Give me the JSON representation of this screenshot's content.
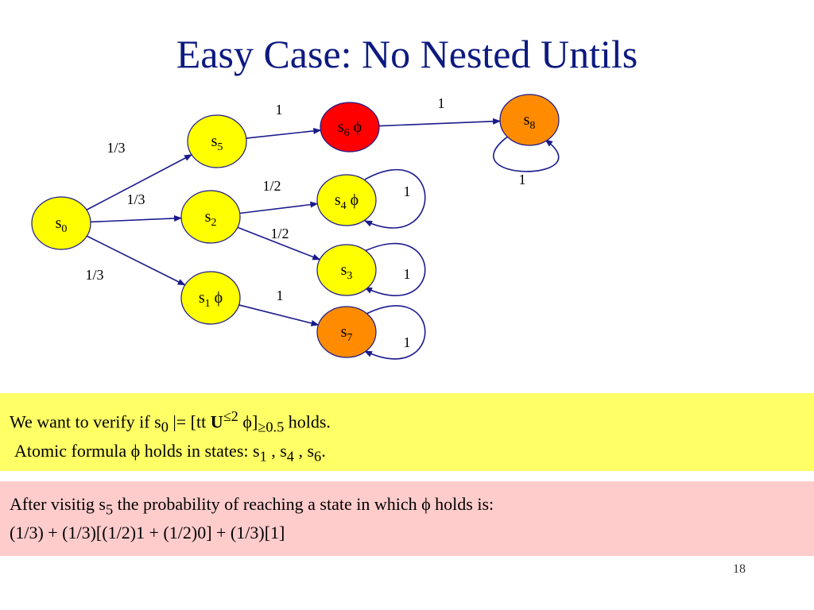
{
  "title": "Easy Case: No Nested Untils",
  "nodes": [
    {
      "id": "s0",
      "base": "s",
      "sub": "0",
      "phi": "",
      "fill": "#ffff00"
    },
    {
      "id": "s5",
      "base": "s",
      "sub": "5",
      "phi": "",
      "fill": "#ffff00"
    },
    {
      "id": "s2",
      "base": "s",
      "sub": "2",
      "phi": "",
      "fill": "#ffff00"
    },
    {
      "id": "s1",
      "base": "s",
      "sub": "1",
      "phi": "ϕ",
      "fill": "#ffff00"
    },
    {
      "id": "s6",
      "base": "s",
      "sub": "6",
      "phi": "ϕ",
      "fill": "#ff0000"
    },
    {
      "id": "s4",
      "base": "s",
      "sub": "4",
      "phi": "ϕ",
      "fill": "#ffff00"
    },
    {
      "id": "s3",
      "base": "s",
      "sub": "3",
      "phi": "",
      "fill": "#ffff00"
    },
    {
      "id": "s7",
      "base": "s",
      "sub": "7",
      "phi": "",
      "fill": "#ff8c00"
    },
    {
      "id": "s8",
      "base": "s",
      "sub": "8",
      "phi": "",
      "fill": "#ff8c00"
    }
  ],
  "edges": [
    {
      "from": "s0",
      "to": "s5",
      "label": "1/3"
    },
    {
      "from": "s0",
      "to": "s2",
      "label": "1/3"
    },
    {
      "from": "s0",
      "to": "s1",
      "label": "1/3"
    },
    {
      "from": "s5",
      "to": "s6",
      "label": "1"
    },
    {
      "from": "s2",
      "to": "s4",
      "label": "1/2"
    },
    {
      "from": "s2",
      "to": "s3",
      "label": "1/2"
    },
    {
      "from": "s1",
      "to": "s7",
      "label": "1"
    },
    {
      "from": "s6",
      "to": "s8",
      "label": "1"
    },
    {
      "from": "s4",
      "to": "s4",
      "label": "1"
    },
    {
      "from": "s3",
      "to": "s3",
      "label": "1"
    },
    {
      "from": "s7",
      "to": "s7",
      "label": "1"
    },
    {
      "from": "s8",
      "to": "s8",
      "label": "1"
    }
  ],
  "colors": {
    "title": "#0d1a80",
    "edge": "#1a1a8c",
    "yellow_box": "#ffff66",
    "pink_box": "#ffcccc"
  },
  "info_box": {
    "line1": {
      "pre": "We want to verify if   s",
      "sub0": "0",
      "models": " |= [tt ",
      "until": "U",
      "sup": "≤2",
      "phi_close": " ϕ]",
      "sub_bound": "≥0.5",
      "post": "  holds."
    },
    "line2": {
      "pre": "Atomic formula ϕ holds in states: s",
      "sub_a": "1",
      "sep1": " , s",
      "sub_b": "4",
      "sep2": " , s",
      "sub_c": "6",
      "post": "."
    }
  },
  "result_box": {
    "line1": {
      "pre": "After visitig s",
      "sub": "5",
      "post": " the probability of reaching a state in which ϕ holds is:"
    },
    "line2": "(1/3) + (1/3)[(1/2)1 + (1/2)0] + (1/3)[1]"
  },
  "slide_number": "18"
}
